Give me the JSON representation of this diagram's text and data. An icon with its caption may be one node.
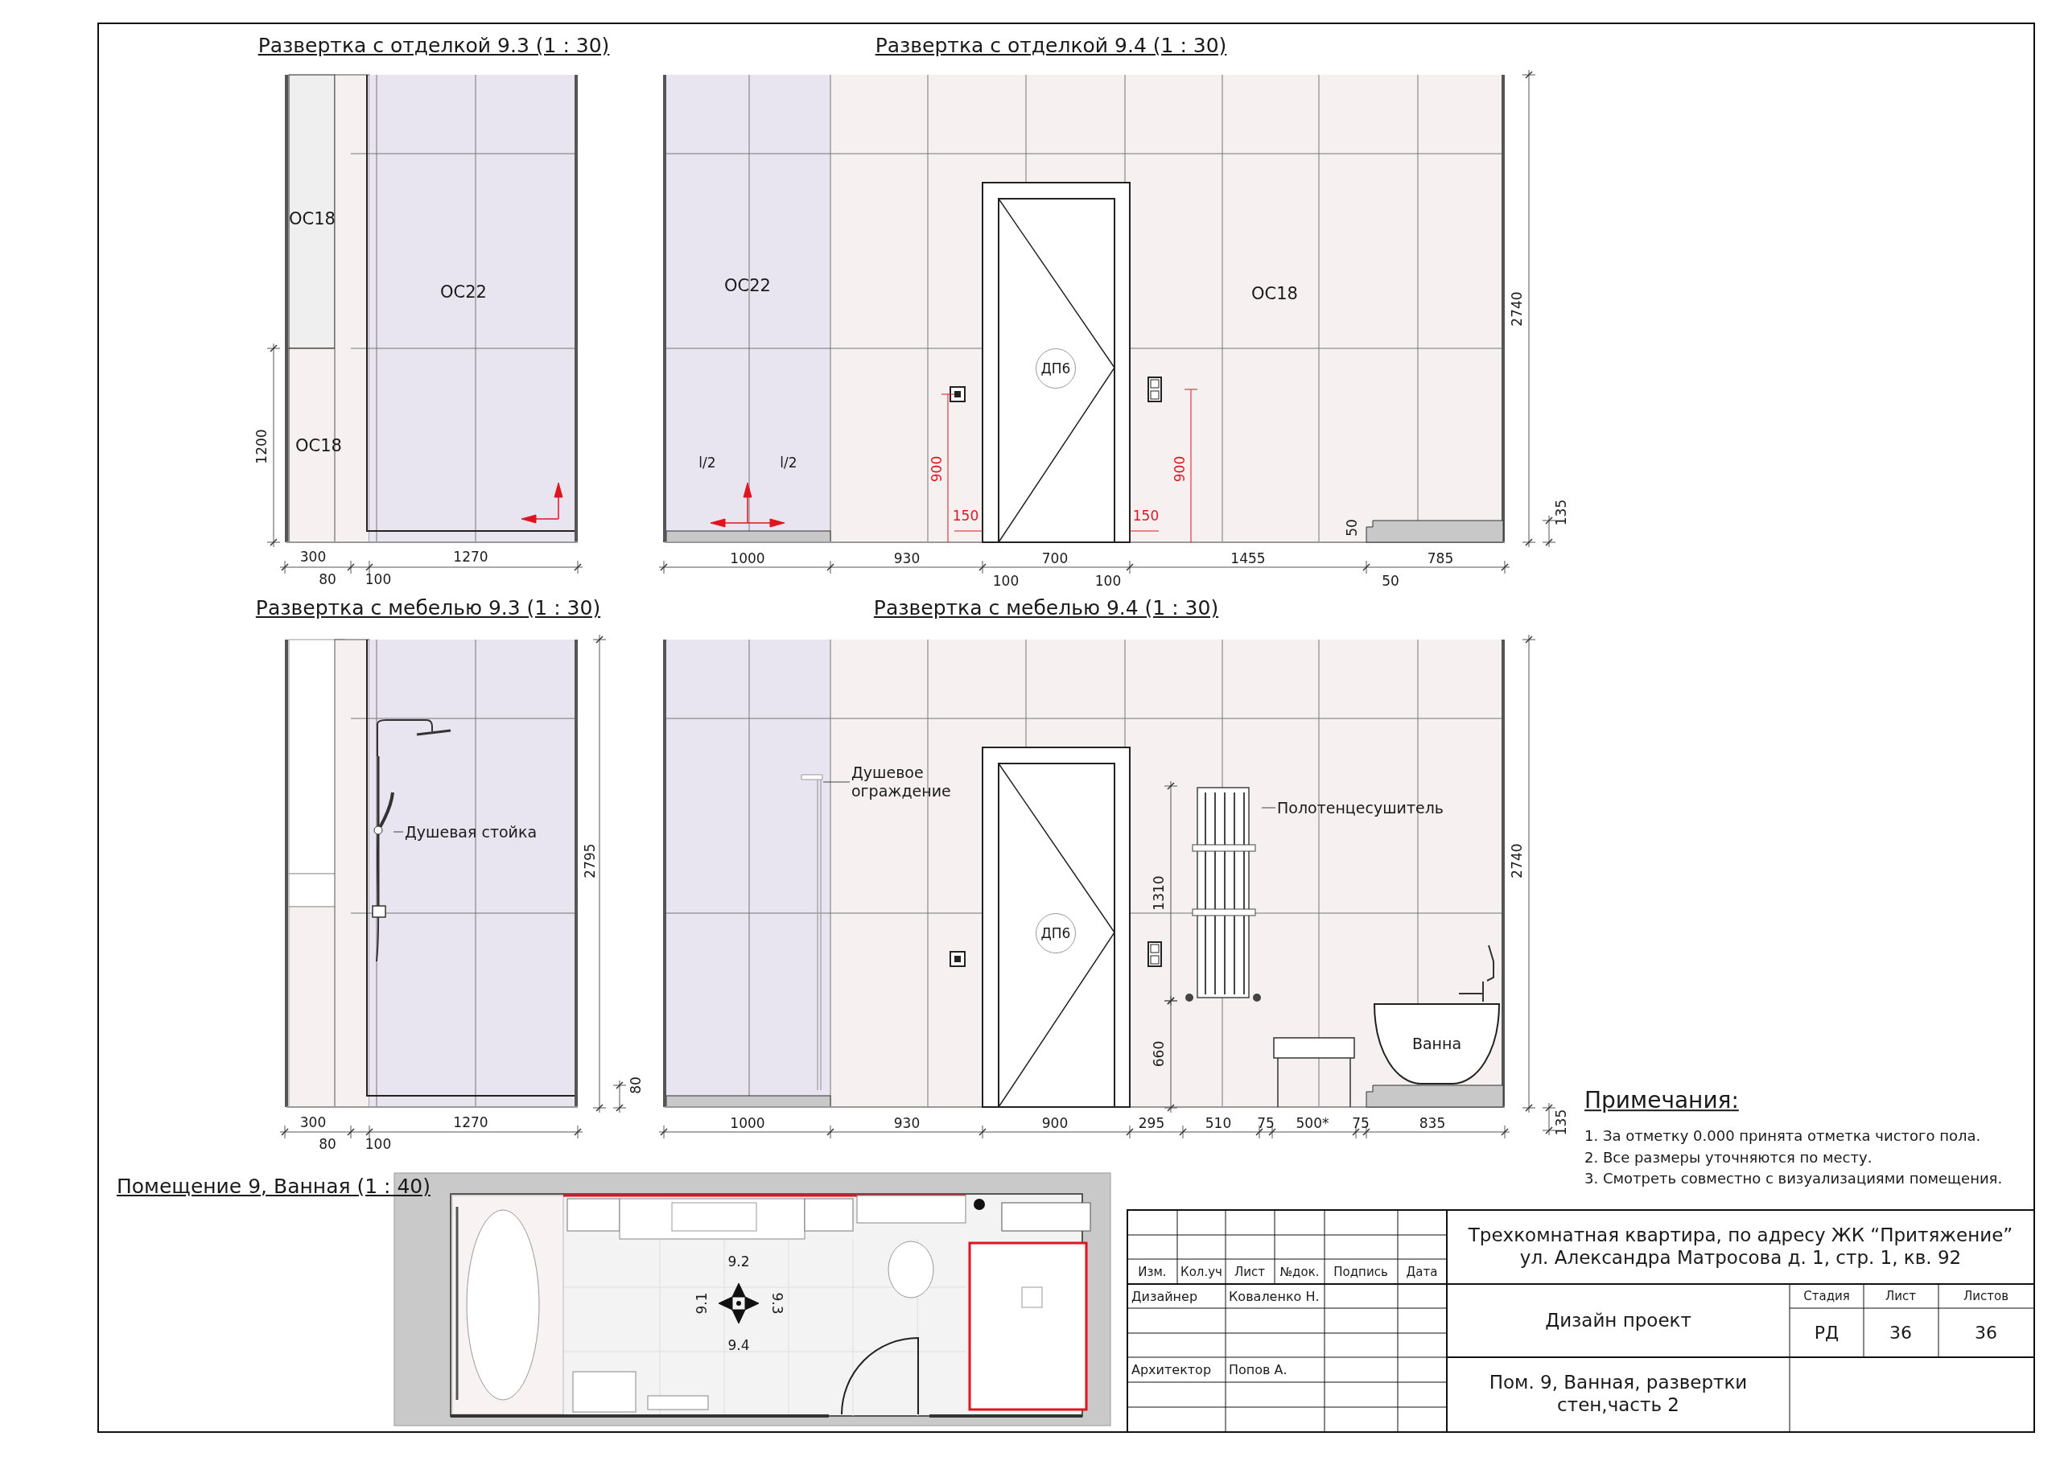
{
  "diagram": {
    "nodes": [
      {
        "text": [
          "Душевая стойка"
        ]
      },
      {
        "text": [],
        "shape": "picture"
      },
      {
        "text": [
          "Душевое ограждение"
        ]
      },
      {
        "text": [],
        "shape": "picture"
      },
      {
        "text": [
          "Полотенцесушитель"
        ]
      },
      {
        "text": [],
        "shape": "picture"
      },
      {
        "text": [
          "ДП6"
        ]
      },
      {
        "text": [
          "ДП6"
        ]
      },
      {
        "text": [
          "Ванна"
        ]
      }
    ],
    "edges": [
      {
        "from": 0,
        "to": 1,
        "arrow": "none"
      },
      {
        "from": 2,
        "to": 3,
        "arrow": "none"
      },
      {
        "from": 4,
        "to": 5,
        "arrow": "none"
      }
    ],
    "labels": [
      "Развертка с отделкой 9.3 (1 : 30)",
      "ОС18",
      "ОС22",
      "ОС18",
      "1200",
      "300",
      "1270",
      "80",
      "100",
      "Развертка с отделкой 9.4 (1 : 30)",
      "ОС22",
      "ОС18",
      "2740",
      "l/2",
      "l/2",
      "900",
      "900",
      "150",
      "150",
      "135",
      "50",
      "1000",
      "930",
      "700",
      "1455",
      "785",
      "100",
      "100",
      "50",
      "Развертка с мебелью 9.3 (1 : 30)",
      "2795",
      "80",
      "300",
      "1270",
      "80",
      "100",
      "Развертка с мебелью 9.4 (1 : 30)",
      "2740",
      "1310",
      "660",
      "1000",
      "930",
      "900",
      "295",
      "510",
      "75",
      "500*",
      "75",
      "835",
      "135",
      "Помещение 9, Ванная (1 : 40)",
      "9.2",
      "9.1",
      "9.3",
      "9.4",
      "Примечания:",
      "1. За отметку 0.000 принята отметка чистого пола.",
      "2. Все размеры уточняются по месту.",
      "3. Смотреть совместно с визуализациями помещения.",
      "Изм.",
      "Кол.уч",
      "Лист",
      "№док.",
      "Подпись",
      "Дата",
      "Дизайнер",
      "Коваленко Н.",
      "Архитектор",
      "Попов А.",
      "Трехкомнатная квартира, по адресу ЖК “Притяжение” ул. Александра Матросова д. 1, стр. 1, кв. 92",
      "Дизайн проект",
      "Стадия",
      "Лист",
      "Листов",
      "РД",
      "36",
      "36",
      "Пом. 9, Ванная, развертки стен,часть 2"
    ]
  }
}
